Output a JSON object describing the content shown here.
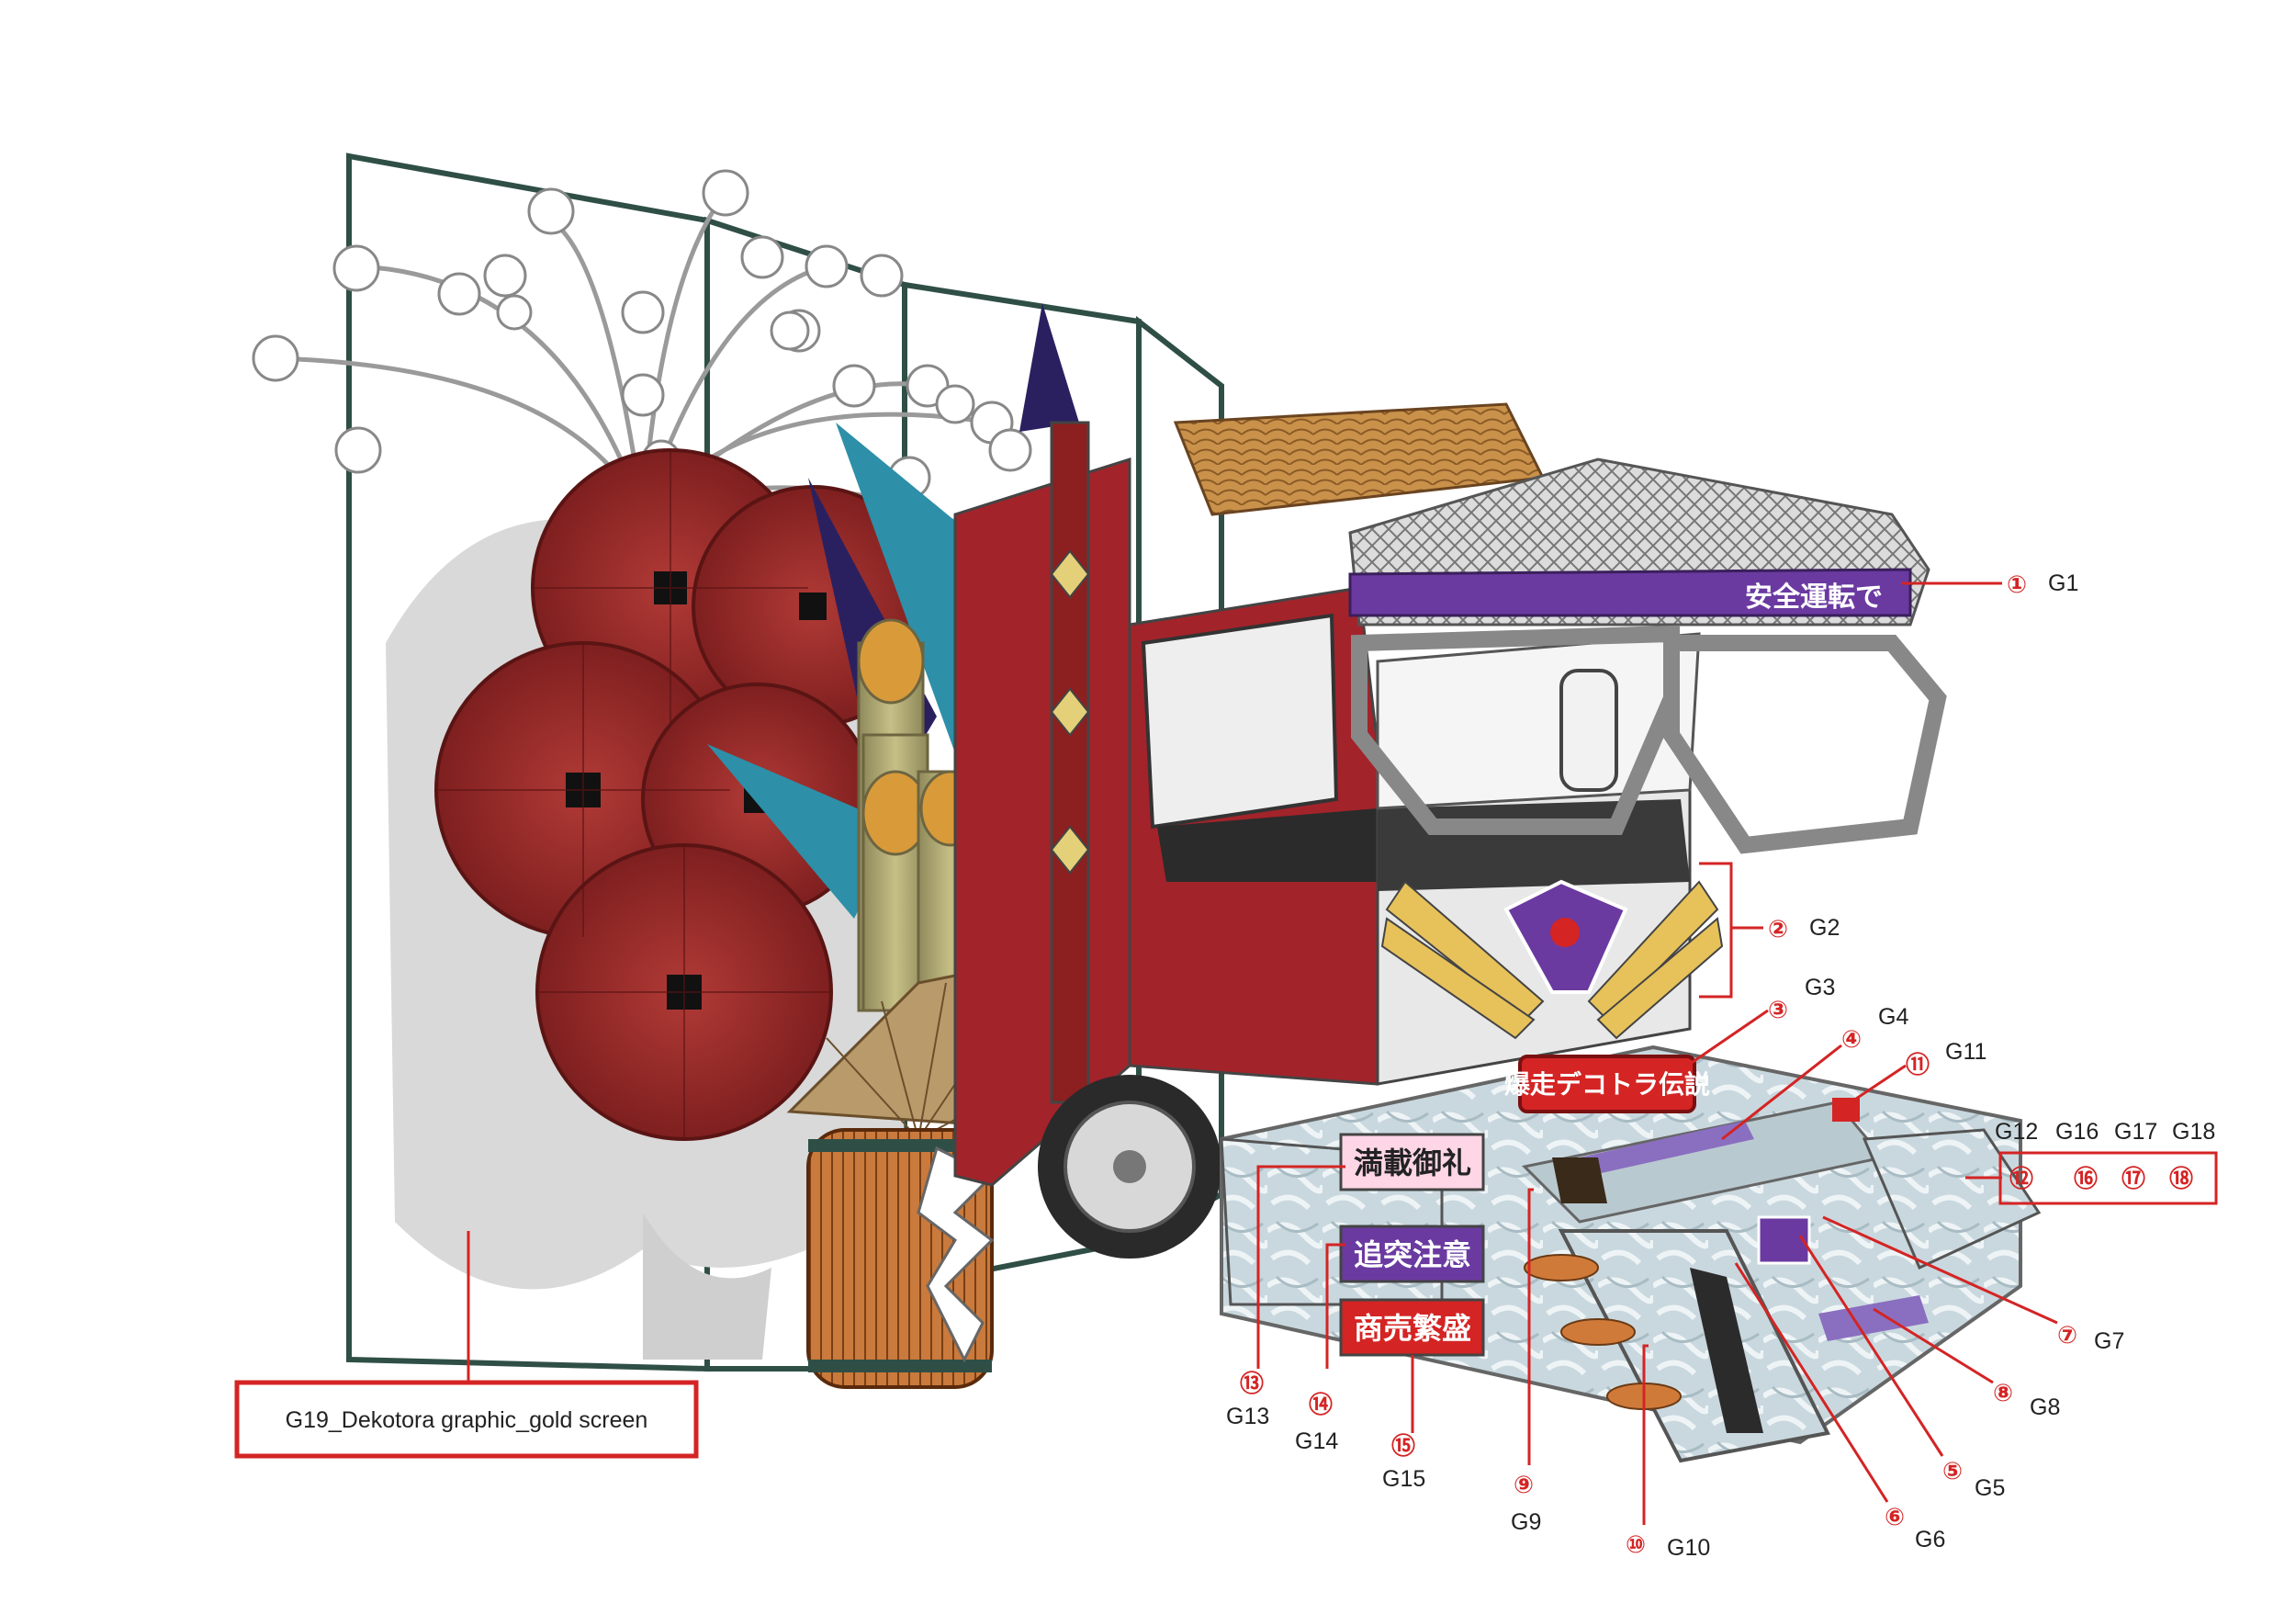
{
  "image": {
    "subject": "Dekotora truck display with gold folding screen, red wagasa umbrellas, kadomatsu bamboo and decorated bumper",
    "colors": {
      "callout": "#d42424",
      "truck_red": "#a3232a",
      "umbrella_red": "#8e2424",
      "purple": "#6a3aa0",
      "gold": "#e7c25a",
      "bamboo": "#b8a870",
      "bumper": "#c8d6dc",
      "screen_frame": "#2f4f46"
    }
  },
  "texts": {
    "top_banner": "安全運転で",
    "title_plate": "爆走デコトラ伝説",
    "plate_13": "満載御礼",
    "plate_14": "追突注意",
    "plate_15": "商売繁盛"
  },
  "callouts": [
    {
      "id": "1",
      "symbol": "①",
      "label": "G1"
    },
    {
      "id": "2",
      "symbol": "②",
      "label": "G2"
    },
    {
      "id": "3",
      "symbol": "③",
      "label": "G3"
    },
    {
      "id": "4",
      "symbol": "④",
      "label": "G4"
    },
    {
      "id": "5",
      "symbol": "⑤",
      "label": "G5"
    },
    {
      "id": "6",
      "symbol": "⑥",
      "label": "G6"
    },
    {
      "id": "7",
      "symbol": "⑦",
      "label": "G7"
    },
    {
      "id": "8",
      "symbol": "⑧",
      "label": "G8"
    },
    {
      "id": "9",
      "symbol": "⑨",
      "label": "G9"
    },
    {
      "id": "10",
      "symbol": "⑩",
      "label": "G10"
    },
    {
      "id": "11",
      "symbol": "⑪",
      "label": "G11"
    },
    {
      "id": "13",
      "symbol": "⑬",
      "label": "G13"
    },
    {
      "id": "14",
      "symbol": "⑭",
      "label": "G14"
    },
    {
      "id": "15",
      "symbol": "⑮",
      "label": "G15"
    }
  ],
  "group_box": {
    "labels": [
      "G12",
      "G16",
      "G17",
      "G18"
    ],
    "symbols": [
      "⑫",
      "⑯",
      "⑰",
      "⑱"
    ]
  },
  "gold_screen_label": "G19_Dekotora graphic_gold screen"
}
